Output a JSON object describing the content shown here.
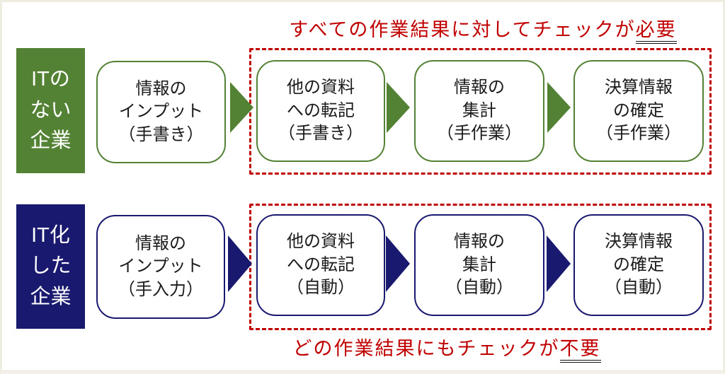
{
  "colors": {
    "green": "#548235",
    "navy": "#191970",
    "red": "#C00000",
    "underline": "#111111"
  },
  "captions": {
    "top": {
      "text": "すべての作業結果に対してチェックが",
      "emphasis": "必要"
    },
    "bottom": {
      "text": "どの作業結果にもチェックが",
      "emphasis": "不要"
    }
  },
  "rows": [
    {
      "id": "no-it",
      "label": "ITの\nない\n企業",
      "steps": [
        {
          "text": "情報の\nインプット\n（手書き）"
        },
        {
          "text": "他の資料\nへの転記\n（手書き）"
        },
        {
          "text": "情報の\n集計\n（手作業）"
        },
        {
          "text": "決算情報\nの確定\n（手作業）"
        }
      ]
    },
    {
      "id": "with-it",
      "label": "IT化\nした\n企業",
      "steps": [
        {
          "text": "情報の\nインプット\n（手入力）"
        },
        {
          "text": "他の資料\nへの転記\n（自動）"
        },
        {
          "text": "情報の\n集計\n（自動）"
        },
        {
          "text": "決算情報\nの確定\n（自動）"
        }
      ]
    }
  ]
}
